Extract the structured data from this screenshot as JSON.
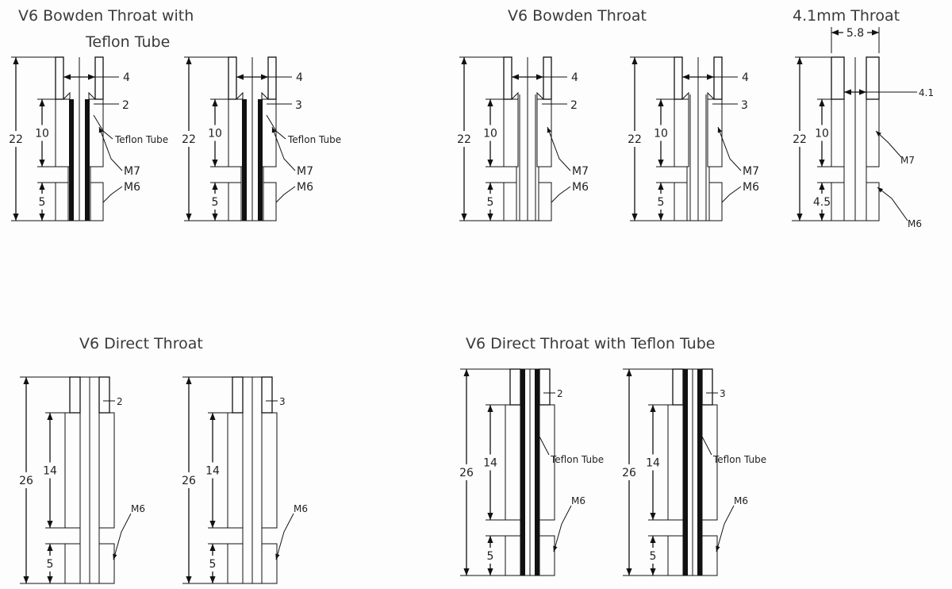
{
  "titles": {
    "bowden_teflon_line1": "V6 Bowden Throat with",
    "bowden_teflon_line2": "Teflon Tube",
    "bowden": "V6 Bowden Throat",
    "throat_41": "4.1mm Throat",
    "direct": "V6 Direct Throat",
    "direct_teflon": "V6 Direct Throat with Teflon Tube"
  },
  "drawings": [
    {
      "name": "bowden-teflon-2mm",
      "type": "bowden",
      "teflon": true,
      "labels": {
        "overall": "22",
        "thread": "10",
        "lower": "5",
        "bore": "4",
        "throat": "2",
        "teflon": "Teflon Tube",
        "m7": "M7",
        "m6": "M6"
      }
    },
    {
      "name": "bowden-teflon-3mm",
      "type": "bowden",
      "teflon": true,
      "labels": {
        "overall": "22",
        "thread": "10",
        "lower": "5",
        "bore": "4",
        "throat": "3",
        "teflon": "Teflon Tube",
        "m7": "M7",
        "m6": "M6"
      }
    },
    {
      "name": "bowden-2mm",
      "type": "bowden",
      "teflon": false,
      "labels": {
        "overall": "22",
        "thread": "10",
        "lower": "5",
        "bore": "4",
        "throat": "2",
        "m7": "M7",
        "m6": "M6"
      }
    },
    {
      "name": "bowden-3mm",
      "type": "bowden",
      "teflon": false,
      "labels": {
        "overall": "22",
        "thread": "10",
        "lower": "5",
        "bore": "4",
        "throat": "3",
        "m7": "M7",
        "m6": "M6"
      }
    },
    {
      "name": "throat-4-1mm",
      "type": "b41",
      "teflon": false,
      "labels": {
        "width": "5.8",
        "overall": "22",
        "thread": "10",
        "lower": "4.5",
        "throat": "4.1",
        "m7": "M7",
        "m6": "M6"
      }
    },
    {
      "name": "direct-2mm",
      "type": "direct",
      "teflon": false,
      "labels": {
        "overall": "26",
        "thread": "14",
        "lower": "5",
        "throat": "2",
        "m6": "M6"
      }
    },
    {
      "name": "direct-3mm",
      "type": "direct",
      "teflon": false,
      "labels": {
        "overall": "26",
        "thread": "14",
        "lower": "5",
        "throat": "3",
        "m6": "M6"
      }
    },
    {
      "name": "direct-teflon-2mm",
      "type": "direct",
      "teflon": true,
      "labels": {
        "overall": "26",
        "thread": "14",
        "lower": "5",
        "throat": "2",
        "teflon": "Teflon Tube",
        "m6": "M6"
      }
    },
    {
      "name": "direct-teflon-3mm",
      "type": "direct",
      "teflon": true,
      "labels": {
        "overall": "26",
        "thread": "14",
        "lower": "5",
        "throat": "3",
        "teflon": "Teflon Tube",
        "m6": "M6"
      }
    }
  ]
}
